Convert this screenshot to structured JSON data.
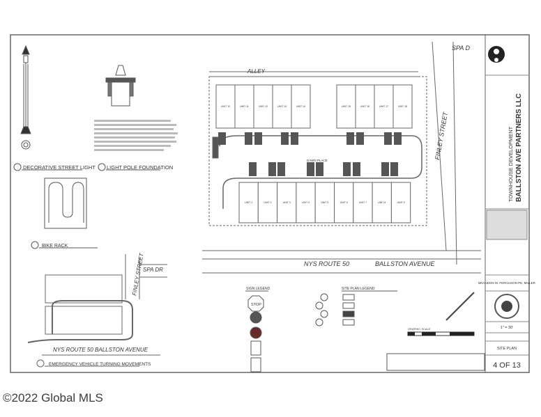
{
  "plan": {
    "alley": "ALLEY",
    "spa_drive": "SPA D",
    "spa_drive_inset": "SPA DR",
    "finley_street": "FINLEY STREET",
    "route": "NYS ROUTE 50",
    "ballston": "BALLSTON AVENUE",
    "inset_road": "NYS ROUTE 50 BALLSTON AVENUE",
    "interior_road": "DAWN PLACE",
    "top_units": [
      "UNIT 10",
      "UNIT 11",
      "UNIT 12",
      "UNIT 13",
      "UNIT 14",
      "UNIT 15",
      "UNIT 16",
      "UNIT 17",
      "UNIT 18"
    ],
    "bottom_units": [
      "UNIT 1",
      "UNIT 2",
      "UNIT 3",
      "UNIT 4",
      "UNIT 5",
      "UNIT 6",
      "UNIT 7",
      "UNIT 8",
      "UNIT 9"
    ]
  },
  "details": {
    "street_light": "DECORATIVE STREET LIGHT",
    "pole_foundation": "LIGHT POLE FOUNDATION",
    "bike_rack": "BIKE RACK",
    "emergency": "EMERGENCY VEHICLE TURNING MOVEMENTS"
  },
  "legend": {
    "sign_legend": "SIGN LEGEND",
    "site_plan_legend": "SITE PLAN LEGEND",
    "stop": "STOP",
    "graphic_scale": "GRAPHIC SCALE"
  },
  "title_block": {
    "project_type": "TOWNHOUSE DEVELOPMENT",
    "owner": "BALLSTON AVE PARTNERS LLC",
    "engineer": "BRANDON W. FERGUSON PE, MILLER",
    "scale": "1\" = 30'",
    "title": "SITE PLAN",
    "sheet": "4 OF 13"
  },
  "watermark": "©2022 Global MLS"
}
